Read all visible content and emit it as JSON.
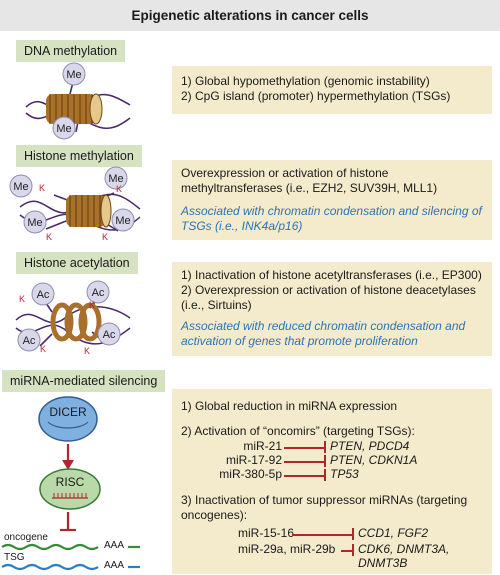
{
  "title": "Epigenetic alterations in cancer cells",
  "sections": {
    "dna_methylation": {
      "label": "DNA methylation",
      "lines": [
        "1) Global hypomethylation (genomic instability)",
        "2) CpG island (promoter) hypermethylation (TSGs)"
      ],
      "marks": [
        "Me",
        "Me"
      ]
    },
    "histone_methylation": {
      "label": "Histone methylation",
      "text": "Overexpression or activation of histone methyltransferases (i.e., EZH2, SUV39H, MLL1)",
      "note": "Associated with chromatin condensation and silencing of TSGs (i.e., INK4a/p16)",
      "mark": "Me",
      "k": "K"
    },
    "histone_acetylation": {
      "label": "Histone acetylation",
      "line1": "1) Inactivation of histone acetyltransferases (i.e., EP300)",
      "line2": "2) Overexpression or activation of histone deacetylases (i.e., Sirtuins)",
      "note": "Associated with reduced chromatin condensation and activation of genes that promote proliferation",
      "mark": "Ac",
      "k": "K"
    },
    "mirna": {
      "label": "miRNA-mediated silencing",
      "point1": "1) Global reduction in miRNA expression",
      "point2": "2) Activation of “oncomirs” (targeting TSGs):",
      "oncomirs": [
        {
          "mirna": "miR-21",
          "targets": "PTEN, PDCD4"
        },
        {
          "mirna": "miR-17-92",
          "targets": "PTEN, CDKN1A"
        },
        {
          "mirna": "miR-380-5p",
          "targets": "TP53"
        }
      ],
      "point3": "3) Inactivation of tumor suppressor miRNAs (targeting oncogenes):",
      "suppressors": [
        {
          "mirna": "miR-15-16",
          "targets": "CCD1, FGF2"
        },
        {
          "mirna": "miR-29a, miR-29b",
          "targets": "CDK6, DNMT3A,",
          "targets2": "DNMT3B"
        }
      ],
      "dicer": "DICER",
      "risc": "RISC",
      "oncogene": "oncogene",
      "tsg": "TSG",
      "polya": "AAA"
    }
  },
  "colors": {
    "label_bg": "#d6e3c3",
    "box_bg": "#f3ebcc",
    "header_bg": "#e6e6e6",
    "note_text": "#2f73b3",
    "inhibit": "#b0262d",
    "oncogene_strand": "#3a8a3a",
    "tsg_strand": "#2a7fc4",
    "histone_body": "#a8702a",
    "mark_circle": "#d9d7ea"
  }
}
